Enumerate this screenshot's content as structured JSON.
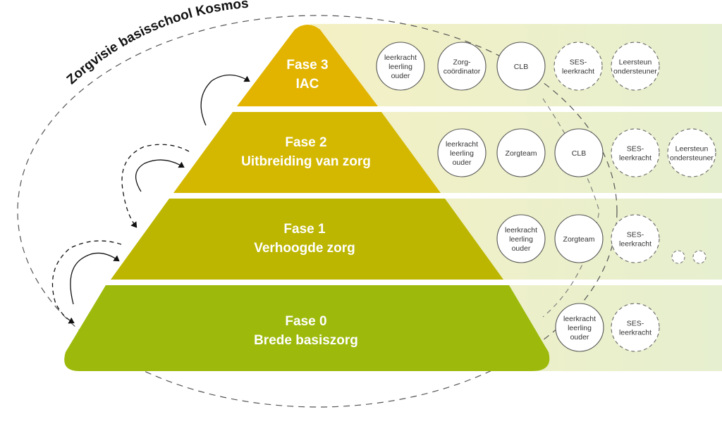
{
  "title": "Zorgvisie basisschool Kosmos",
  "phases": [
    {
      "name": "Fase 3",
      "subtitle": "IAC",
      "circles": [
        {
          "lines": [
            "leerkracht",
            "leerling",
            "ouder"
          ],
          "dashed": false
        },
        {
          "lines": [
            "Zorg-",
            "coördinator"
          ],
          "dashed": false
        },
        {
          "lines": [
            "CLB"
          ],
          "dashed": false
        },
        {
          "lines": [
            "SES-",
            "leerkracht"
          ],
          "dashed": true
        },
        {
          "lines": [
            "Leersteun",
            "ondersteuner"
          ],
          "dashed": true
        }
      ]
    },
    {
      "name": "Fase 2",
      "subtitle": "Uitbreiding van zorg",
      "circles": [
        {
          "lines": [
            "leerkracht",
            "leerling",
            "ouder"
          ],
          "dashed": false
        },
        {
          "lines": [
            "Zorgteam"
          ],
          "dashed": false
        },
        {
          "lines": [
            "CLB"
          ],
          "dashed": false
        },
        {
          "lines": [
            "SES-",
            "leerkracht"
          ],
          "dashed": true
        },
        {
          "lines": [
            "Leersteun",
            "ondersteuner"
          ],
          "dashed": true
        }
      ]
    },
    {
      "name": "Fase 1",
      "subtitle": "Verhoogde zorg",
      "circles": [
        {
          "lines": [
            "leerkracht",
            "leerling",
            "ouder"
          ],
          "dashed": false
        },
        {
          "lines": [
            "Zorgteam"
          ],
          "dashed": false
        },
        {
          "lines": [
            "SES-",
            "leerkracht"
          ],
          "dashed": true
        }
      ]
    },
    {
      "name": "Fase 0",
      "subtitle": "Brede basiszorg",
      "circles": [
        {
          "lines": [
            "leerkracht",
            "leerling",
            "ouder"
          ],
          "dashed": false
        },
        {
          "lines": [
            "SES-",
            "leerkracht"
          ],
          "dashed": true
        }
      ]
    }
  ],
  "colors": {
    "phase3": "#e2b400",
    "phase2": "#d4b800",
    "phase1": "#bcb600",
    "phase0": "#9dba0c",
    "band_left": "#f4f0c4",
    "band_right": "#e6efcf"
  }
}
